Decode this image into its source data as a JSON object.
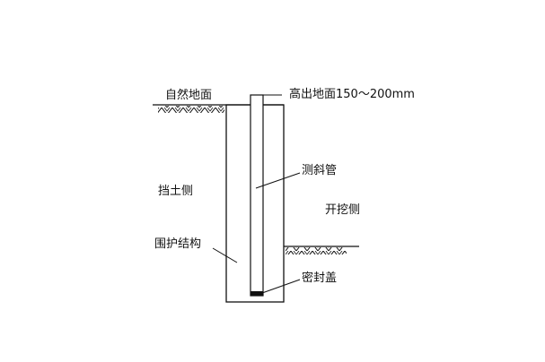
{
  "diagram": {
    "labels": {
      "natural_ground": "自然地面",
      "protrusion": "高出地面150～200mm",
      "retaining_side": "挡土侧",
      "inclinometer_tube": "测斜管",
      "excavation_side": "开挖侧",
      "retaining_structure": "围护结构",
      "seal_cap": "密封盖"
    },
    "colors": {
      "line": "#111111",
      "background": "#ffffff"
    }
  }
}
